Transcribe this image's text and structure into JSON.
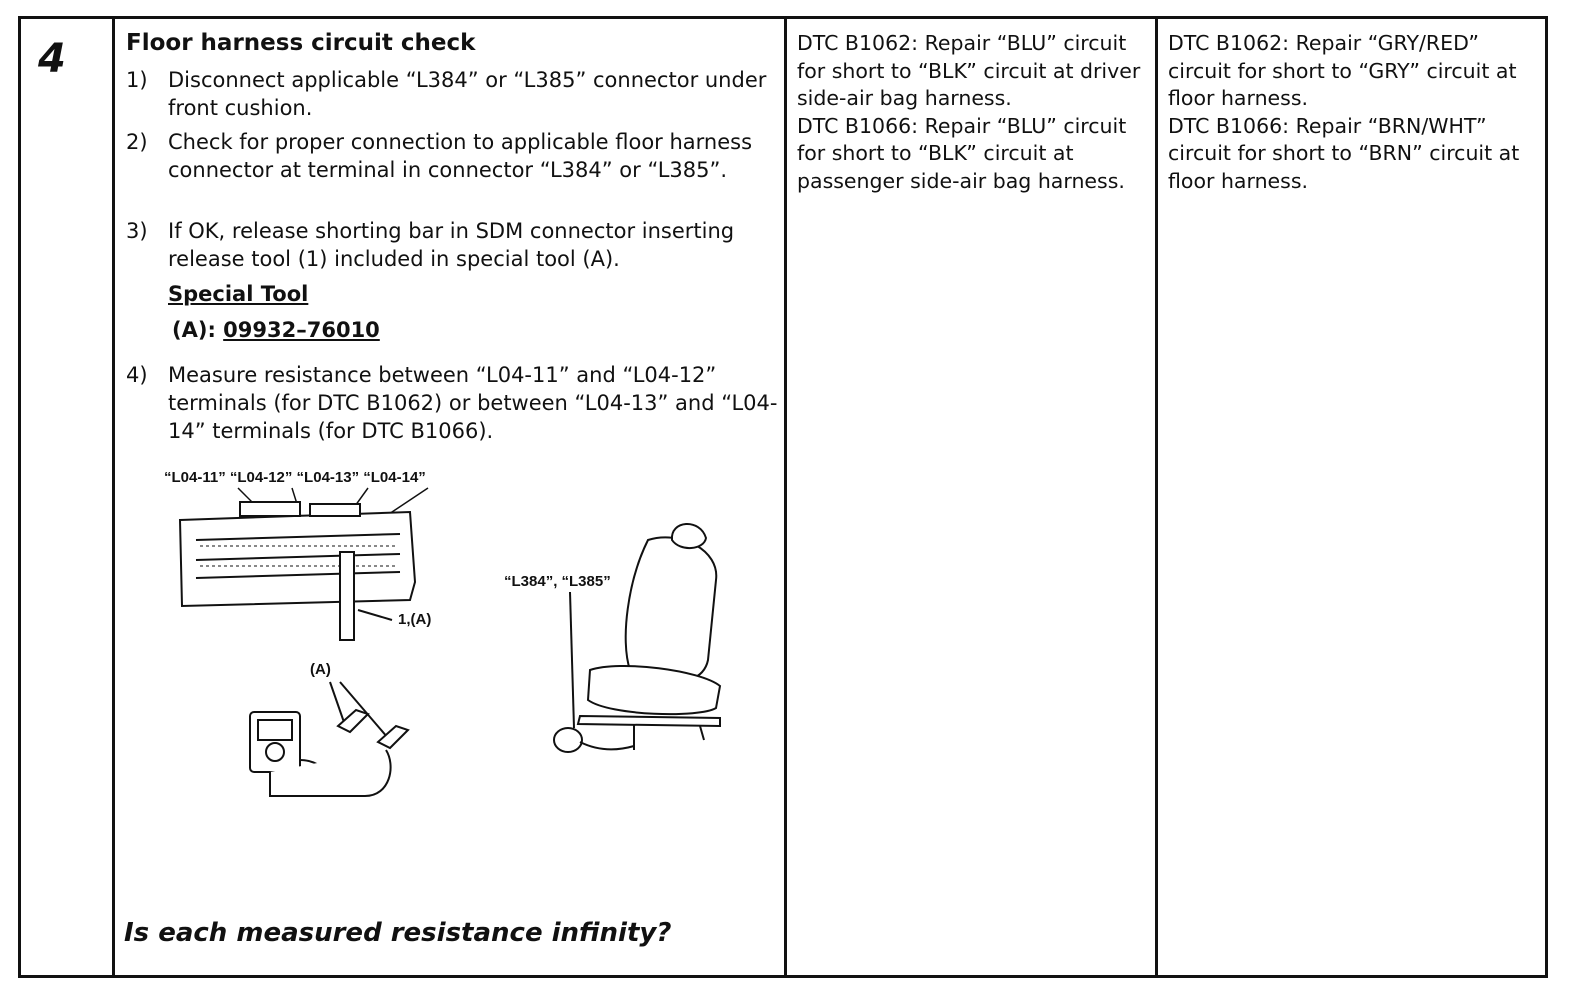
{
  "step": {
    "number": "4",
    "title": "Floor harness circuit check",
    "items": [
      {
        "num": "1)",
        "text": "Disconnect applicable “L384” or “L385” connector under front cushion."
      },
      {
        "num": "2)",
        "text": "Check for proper connection to applicable floor harness connector at terminal in connector “L384” or “L385”."
      },
      {
        "num": "3)",
        "text": " If OK, release shorting bar in SDM connector inserting release tool (1) included in special tool (A)."
      },
      {
        "num": "4)",
        "text": "Measure resistance between “L04-11” and “L04-12” terminals (for DTC B1062) or between “L04-13” and “L04-14” terminals (for DTC B1066)."
      }
    ],
    "special_tool": {
      "label": "Special Tool",
      "prefix": "(A):",
      "code": "09932–76010"
    },
    "question": "Is each measured resistance infinity?"
  },
  "figure": {
    "terminal_labels": "“L04-11” “L04-12” “L04-13” “L04-14”",
    "tool_callout": "1,(A)",
    "meter_callout": "(A)",
    "connector_callout": "“L384”, “L385”"
  },
  "yes_column": {
    "text": "DTC B1062: Repair “BLU” circuit for short to “BLK” circuit at driver side-air bag harness.\nDTC B1066: Repair “BLU” circuit for short to “BLK” circuit at passenger side-air bag harness."
  },
  "no_column": {
    "text": "DTC B1062: Repair “GRY/RED” circuit for short to “GRY” circuit at floor harness.\nDTC B1066: Repair “BRN/WHT” circuit for short to “BRN” circuit at floor harness."
  }
}
